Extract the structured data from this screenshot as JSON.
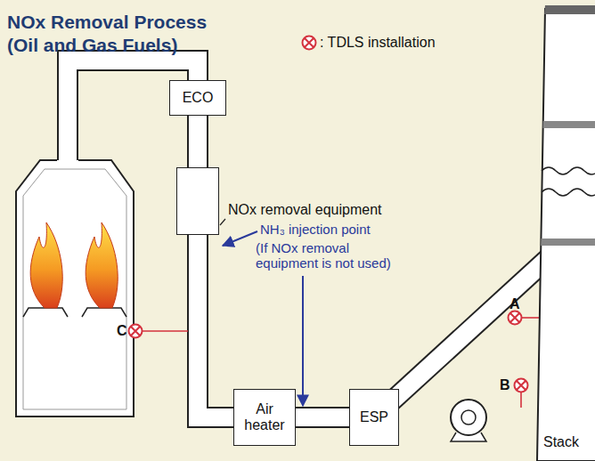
{
  "diagram": {
    "title": "NOx Removal Process (Oil and Gas Fuels)",
    "nodes": [
      {
        "text": [
          "ECO"
        ]
      },
      {
        "text": [
          "NOx removal equipment"
        ]
      },
      {
        "text": [
          "Air heater"
        ]
      },
      {
        "text": [
          "ESP"
        ]
      },
      {
        "text": [
          "Stack"
        ]
      }
    ],
    "edges": [
      {
        "from": 0,
        "to": 1,
        "arrow": "none"
      },
      {
        "from": 1,
        "to": 2,
        "arrow": "none"
      },
      {
        "from": 2,
        "to": 3,
        "arrow": "none"
      },
      {
        "from": 3,
        "to": 4,
        "arrow": "none"
      }
    ],
    "labels": [
      "NH₃ injection point",
      "(If NOx removal equipment is not used)",
      "A",
      "B",
      "C"
    ],
    "legend": [
      {
        "text": ": TDLS installation"
      }
    ]
  }
}
